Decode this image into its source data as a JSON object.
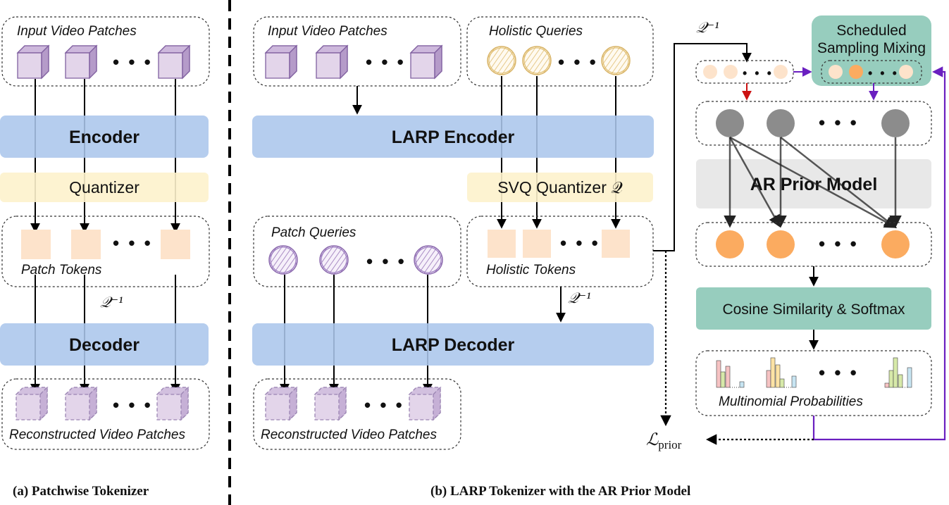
{
  "left_panel": {
    "input_label": "Input Video Patches",
    "encoder_label": "Encoder",
    "quantizer_label": "Quantizer",
    "tokens_label": "Patch Tokens",
    "inverse_label": "𝒬⁻¹",
    "decoder_label": "Decoder",
    "output_label": "Reconstructed Video Patches",
    "caption": "(a) Patchwise Tokenizer"
  },
  "middle_panel": {
    "input_label": "Input Video Patches",
    "queries_label": "Holistic Queries",
    "encoder_label": "LARP Encoder",
    "quantizer_label": "SVQ Quantizer 𝒬",
    "patch_queries_label": "Patch Queries",
    "tokens_label": "Holistic Tokens",
    "inverse_label": "𝒬⁻¹",
    "decoder_label": "LARP Decoder",
    "output_label": "Reconstructed Video Patches"
  },
  "right_panel": {
    "inverse_label": "𝒬⁻¹",
    "sampling_title_line1": "Scheduled",
    "sampling_title_line2": "Sampling Mixing",
    "prior_label": "AR Prior Model",
    "softmax_label": "Cosine Similarity & Softmax",
    "probs_label": "Multinomial Probabilities",
    "loss_main": "ℒ",
    "loss_sub": "prior"
  },
  "caption_b": "(b) LARP Tokenizer with the AR Prior Model",
  "ellipsis": "• • •",
  "colors": {
    "encoder_fill": "#abc6ec",
    "quantizer_fill": "#fdf2cc",
    "token_fill": "#fde3cb",
    "cube_fill": "#e3d5ea",
    "cube_stroke": "#8060a0",
    "teal_fill": "#8cc8b7",
    "prior_fill": "#e8e8e8",
    "gray_circle": "#8c8c8c",
    "orange_circle": "#fbab60",
    "purple_arrow": "#6a1fc0",
    "red_arrow": "#cc1111"
  }
}
